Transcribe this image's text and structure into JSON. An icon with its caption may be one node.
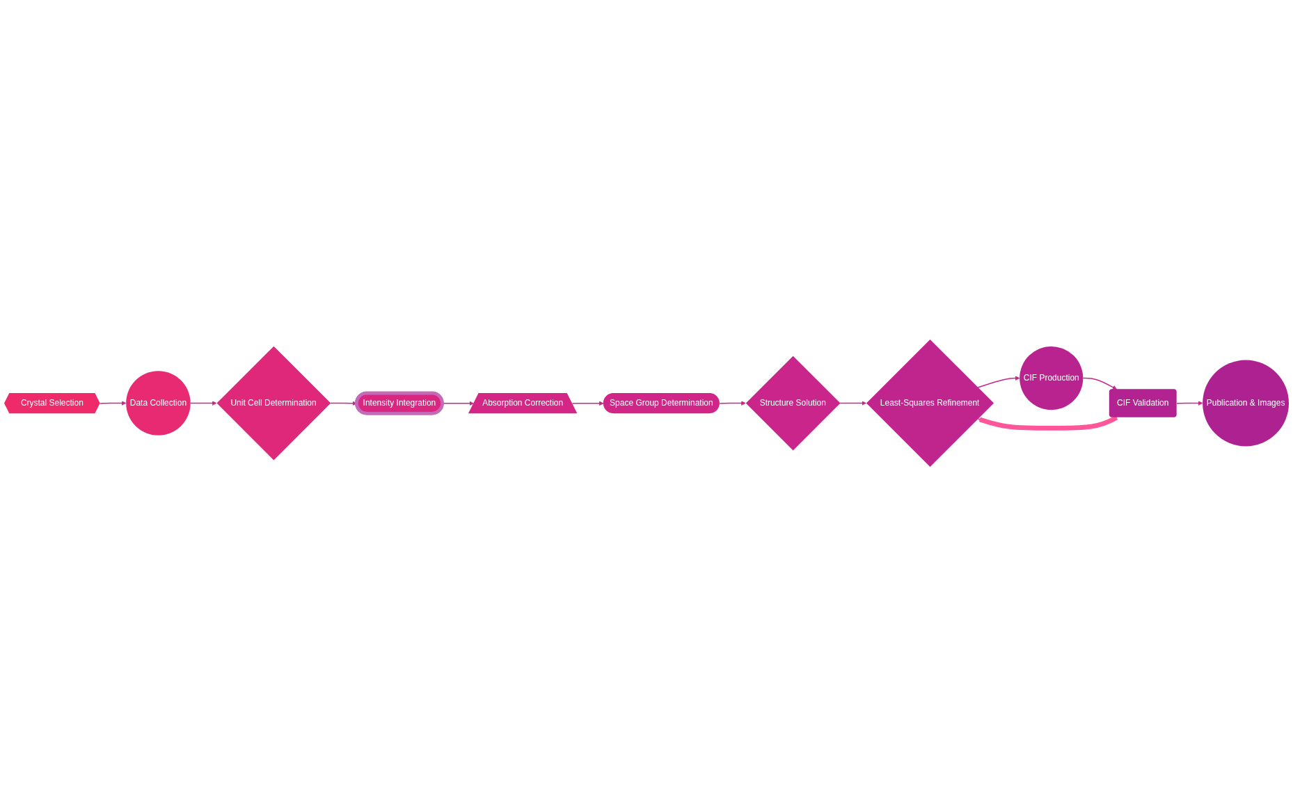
{
  "diagram": {
    "nodes": [
      {
        "text": [
          "Crystal Selection"
        ]
      },
      {
        "text": [
          "Data Collection"
        ]
      },
      {
        "text": [
          "Unit Cell Determination"
        ]
      },
      {
        "text": [
          "Intensity Integration"
        ]
      },
      {
        "text": [
          "Absorption Correction"
        ]
      },
      {
        "text": [
          "Space Group Determination"
        ]
      },
      {
        "text": [
          "Structure Solution"
        ]
      },
      {
        "text": [
          "Least-Squares Refinement"
        ]
      },
      {
        "text": [
          "CIF Production"
        ]
      },
      {
        "text": [
          "CIF Validation"
        ]
      },
      {
        "text": [
          "Publication & Images"
        ]
      }
    ],
    "edges": [
      {
        "from": 0,
        "to": 1,
        "arrow": "to"
      },
      {
        "from": 1,
        "to": 2,
        "arrow": "to"
      },
      {
        "from": 2,
        "to": 3,
        "arrow": "to"
      },
      {
        "from": 3,
        "to": 4,
        "arrow": "to"
      },
      {
        "from": 4,
        "to": 5,
        "arrow": "to"
      },
      {
        "from": 5,
        "to": 6,
        "arrow": "to"
      },
      {
        "from": 6,
        "to": 7,
        "arrow": "to"
      },
      {
        "from": 7,
        "to": 8,
        "arrow": "to"
      },
      {
        "from": 8,
        "to": 9,
        "arrow": "to"
      },
      {
        "from": 9,
        "to": 10,
        "arrow": "to"
      },
      {
        "from": 9,
        "to": 7,
        "arrow": "to",
        "style": "thick",
        "color": "#ff5599"
      }
    ]
  }
}
